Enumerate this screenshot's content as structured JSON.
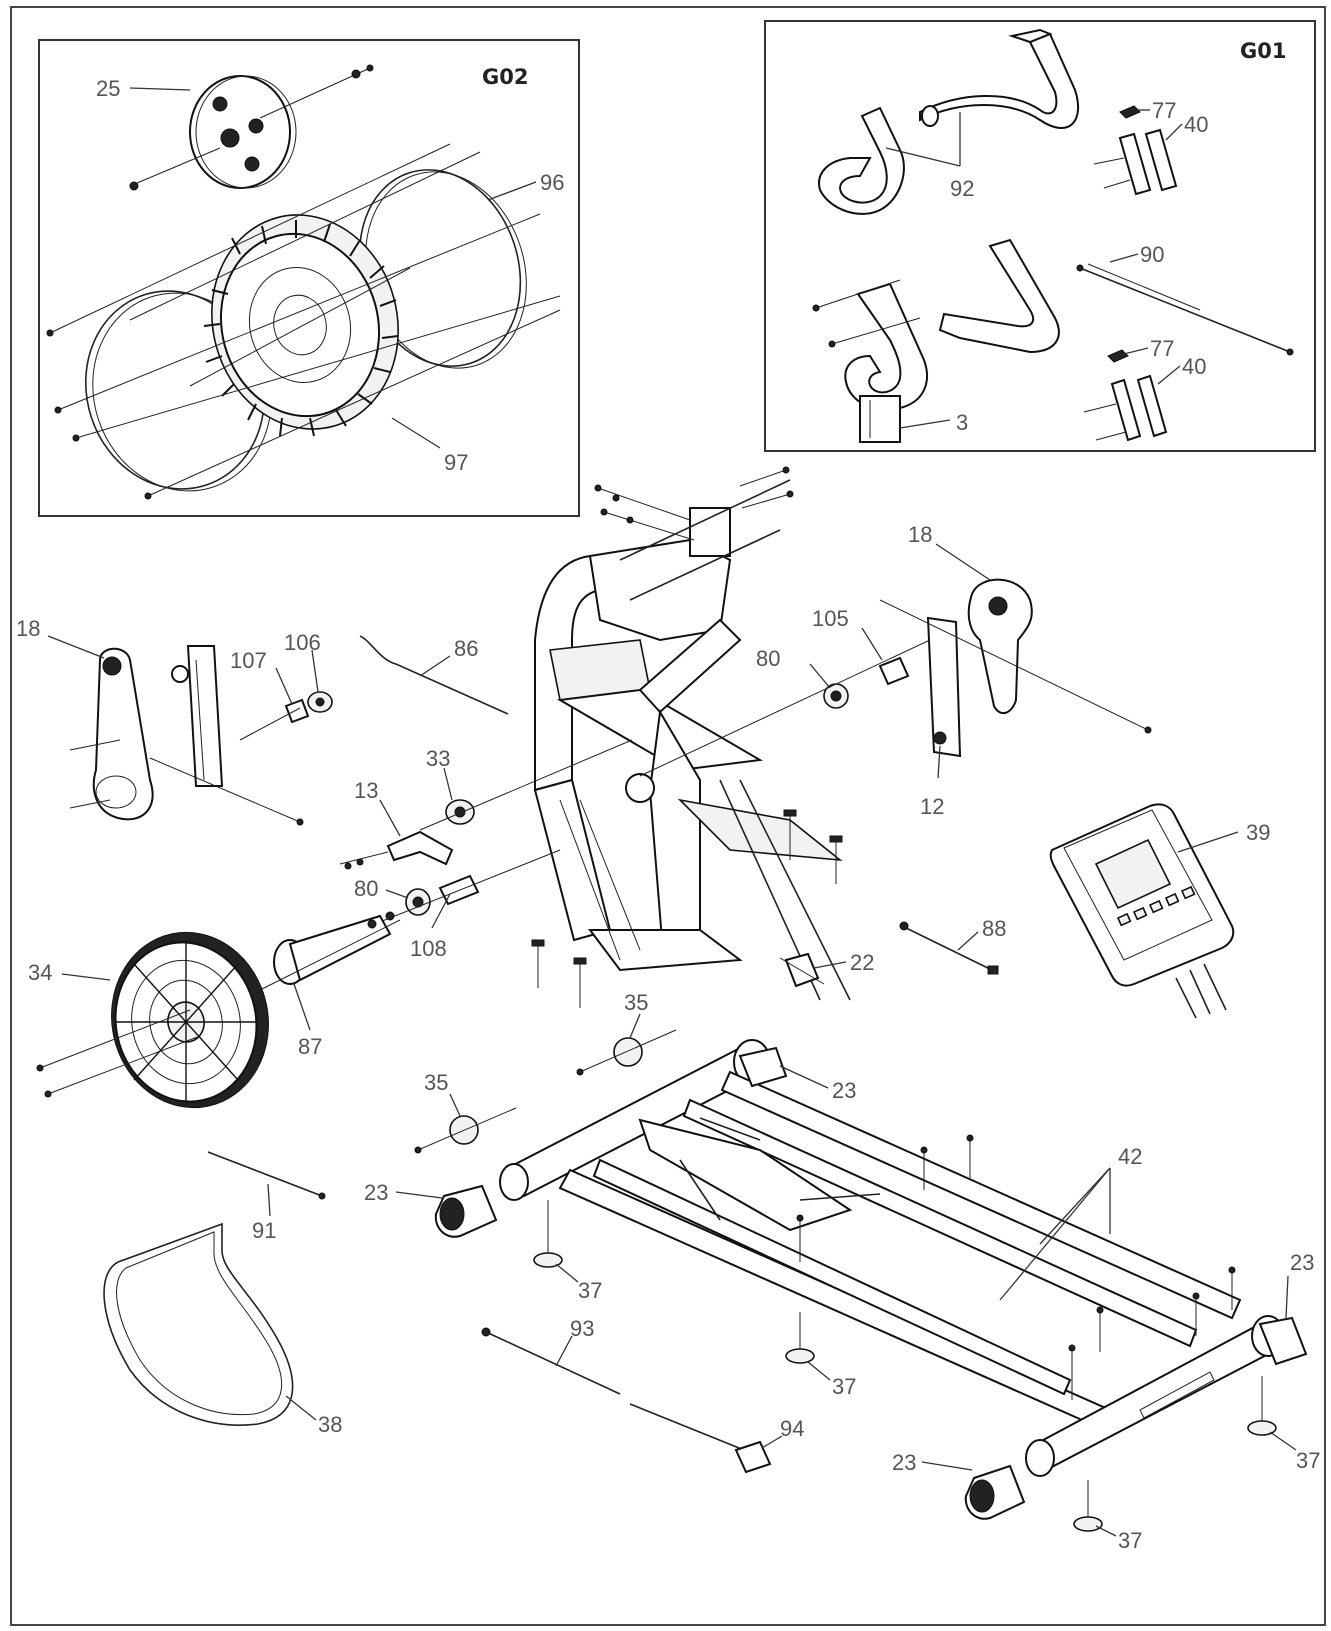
{
  "insets": {
    "g02_title": "G02",
    "g01_title": "G01"
  },
  "callouts": {
    "c25": "25",
    "c96": "96",
    "c97": "97",
    "c77a": "77",
    "c40a": "40",
    "c92": "92",
    "c90": "90",
    "c77b": "77",
    "c40b": "40",
    "c3": "3",
    "c18l": "18",
    "c107": "107",
    "c106": "106",
    "c86": "86",
    "c33": "33",
    "c13": "13",
    "c80l": "80",
    "c108": "108",
    "c34": "34",
    "c87": "87",
    "c35a": "35",
    "c35b": "35",
    "c18r": "18",
    "c105": "105",
    "c80r": "80",
    "c12": "12",
    "c39": "39",
    "c88": "88",
    "c22": "22",
    "c23a": "23",
    "c23b": "23",
    "c23c": "23",
    "c23d": "23",
    "c42": "42",
    "c37a": "37",
    "c37b": "37",
    "c37c": "37",
    "c37d": "37",
    "c91": "91",
    "c93": "93",
    "c94": "94",
    "c38": "38"
  },
  "colors": {
    "line": "#222222",
    "label": "#555555",
    "border": "#444444"
  }
}
